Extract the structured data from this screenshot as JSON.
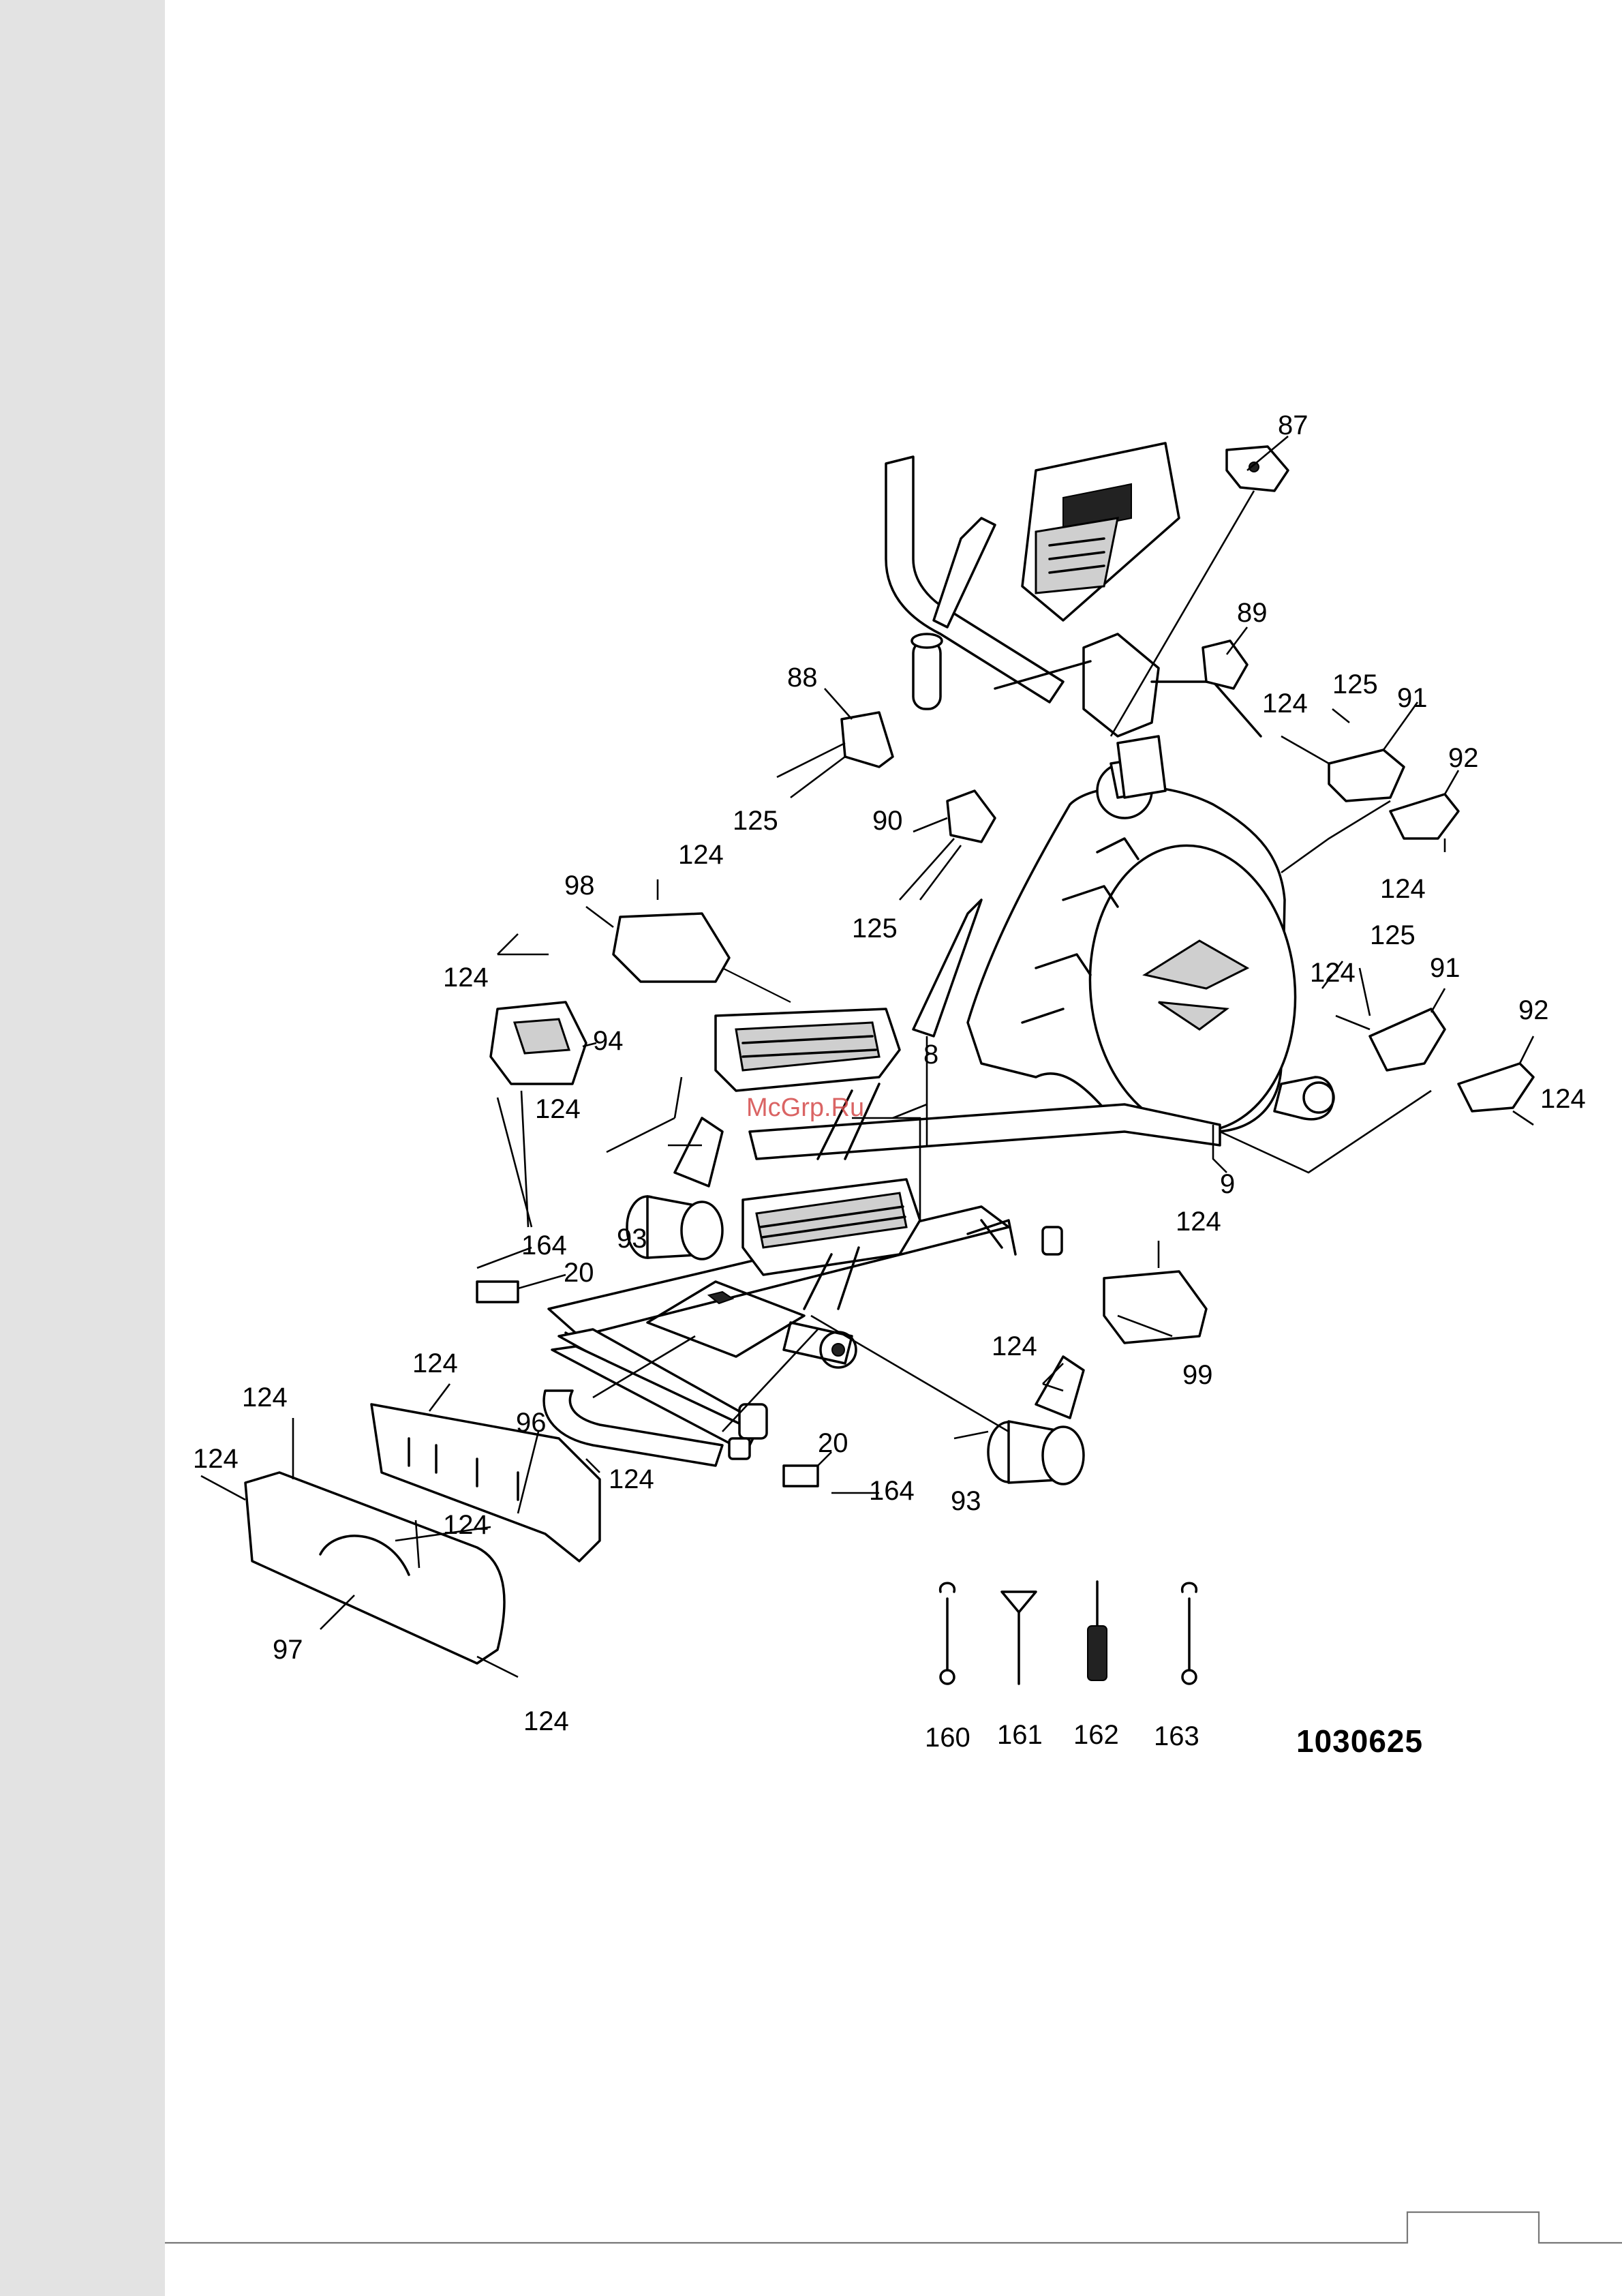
{
  "watermark": "McGrp.Ru",
  "drawing_number": "1030625",
  "labels": {
    "p87": "87",
    "p88": "88",
    "p89": "89",
    "p90": "90",
    "p91a": "91",
    "p91b": "91",
    "p92a": "92",
    "p92b": "92",
    "p93a": "93",
    "p93b": "93",
    "p94": "94",
    "p96": "96",
    "p97": "97",
    "p98": "98",
    "p99": "99",
    "p8": "8",
    "p9": "9",
    "p20a": "20",
    "p20b": "20",
    "p164a": "164",
    "p164b": "164",
    "p124a": "124",
    "p124b": "124",
    "p124c": "124",
    "p124d": "124",
    "p124e": "124",
    "p124f": "124",
    "p124g": "124",
    "p124h": "124",
    "p124i": "124",
    "p124j": "124",
    "p124k": "124",
    "p124l": "124",
    "p124m": "124",
    "p124n": "124",
    "p124o": "124",
    "p125a": "125",
    "p125b": "125",
    "p125c": "125",
    "p125d": "125"
  },
  "tools": [
    {
      "number": "160",
      "icon": "wrench-icon"
    },
    {
      "number": "161",
      "icon": "hex-key-icon"
    },
    {
      "number": "162",
      "icon": "screwdriver-icon"
    },
    {
      "number": "163",
      "icon": "wrench-icon"
    }
  ]
}
